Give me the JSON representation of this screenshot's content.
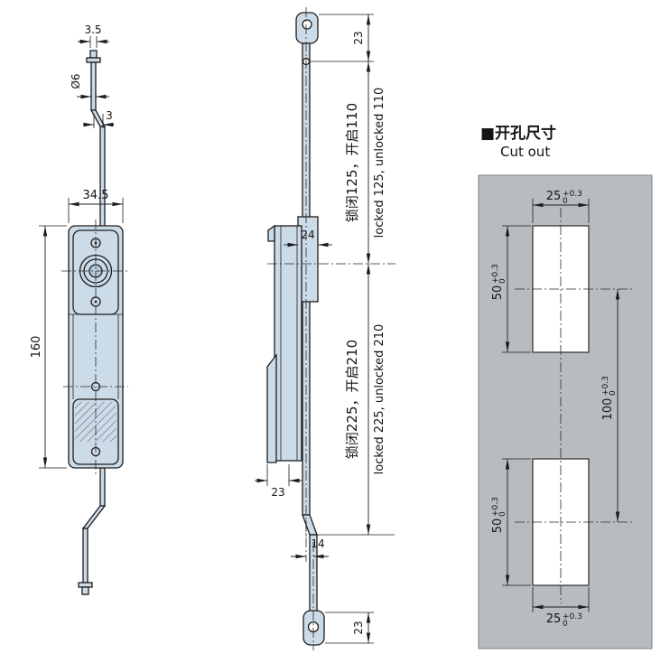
{
  "colors": {
    "part_fill": "#ccdbe8",
    "part_fill_dark": "#b3c8da",
    "panel_fill": "#b9bcbe",
    "cutout_fill": "#ffffff"
  },
  "front_view": {
    "pin_width": "3.5",
    "pin_diameter": "Ø6",
    "rod_offset": "3",
    "body_width": "34.5",
    "body_height": "160"
  },
  "side_view": {
    "top_pin_length": "23",
    "upper_travel_cn": "锁闭125，开启110",
    "upper_travel_en": "locked 125, unlocked 110",
    "slider_width": "24",
    "lower_travel_cn": "锁闭225，开启210",
    "lower_travel_en": "locked 225, unlocked 210",
    "case_depth": "23",
    "rod_end_offset": "14",
    "bottom_pin_length": "23"
  },
  "cutout": {
    "title_cn": "■开孔尺寸",
    "title_en": "Cut out",
    "top_width": "25",
    "top_height": "50",
    "hole_spacing": "100",
    "bottom_height": "50",
    "bottom_width": "25",
    "tol_upper": "+0.3",
    "tol_lower": "0"
  }
}
